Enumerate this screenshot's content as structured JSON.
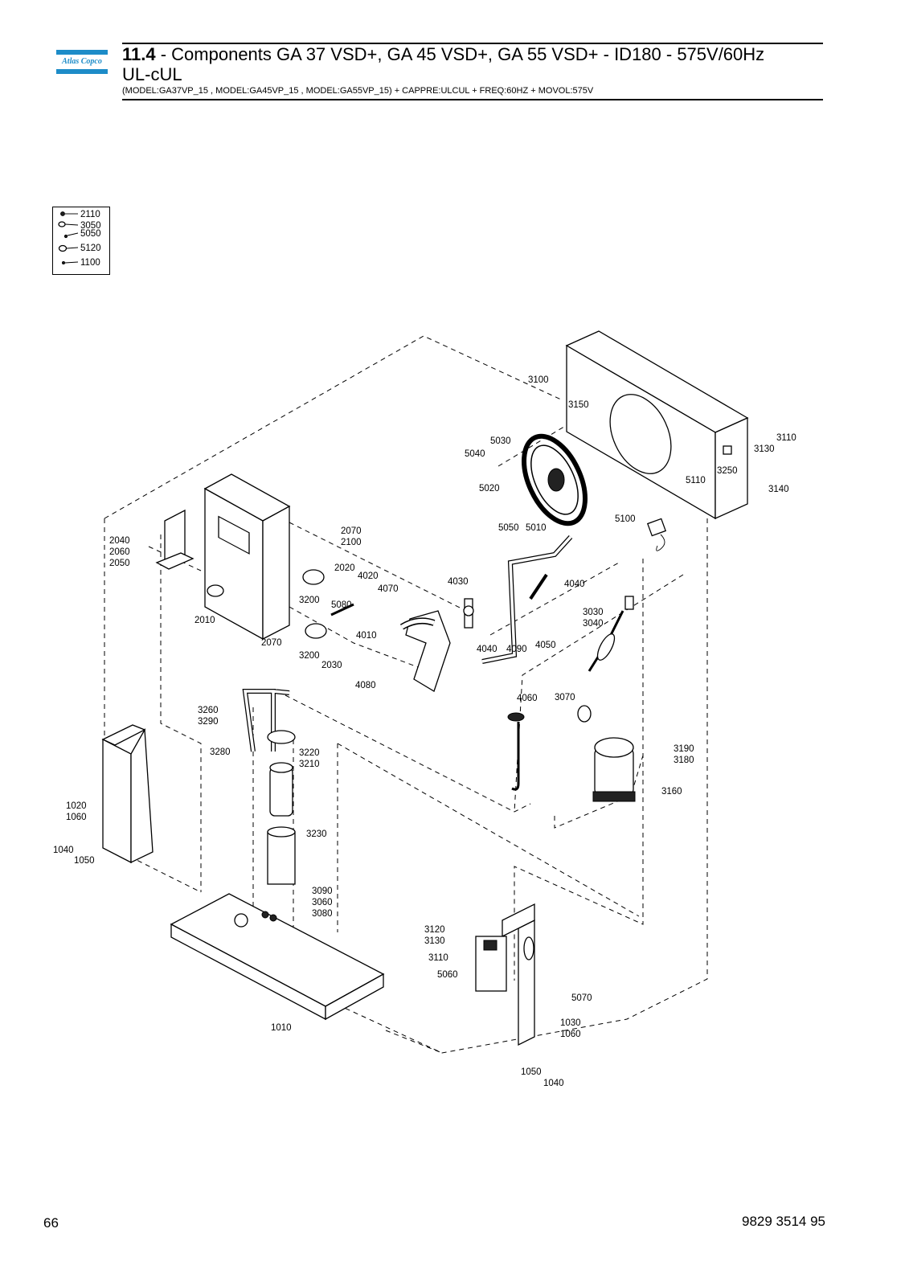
{
  "header": {
    "section_number": "11.4",
    "title_rest": " - Components GA 37 VSD+, GA 45 VSD+, GA 55 VSD+ - ID180 - 575V/60Hz",
    "title_line2": "UL-cUL",
    "subtitle": "(MODEL:GA37VP_15 , MODEL:GA45VP_15 , MODEL:GA55VP_15) + CAPPRE:ULCUL + FREQ:60HZ + MOVOL:575V"
  },
  "logo": {
    "text": "Atlas Copco",
    "color": "#1d8cc8"
  },
  "legend": {
    "items": [
      {
        "icon": "screw-icon",
        "label": "2110"
      },
      {
        "icon": "clamp-icon",
        "label": "3050"
      },
      {
        "icon": "pin-icon",
        "label": "5050"
      },
      {
        "icon": "clamp-icon",
        "label": "5120"
      },
      {
        "icon": "tie-icon",
        "label": "1100"
      }
    ]
  },
  "callouts": [
    "3100",
    "3150",
    "3110",
    "3130",
    "3250",
    "3140",
    "5110",
    "5030",
    "5040",
    "5020",
    "5050",
    "5010",
    "5100",
    "2070",
    "2100",
    "2040",
    "2060",
    "2050",
    "2020",
    "4020",
    "4070",
    "3200",
    "5080",
    "2010",
    "4030",
    "4040",
    "3030",
    "3040",
    "4010",
    "2070",
    "3200",
    "2030",
    "4080",
    "4040",
    "4090",
    "4050",
    "4060",
    "3070",
    "3260",
    "3290",
    "3280",
    "3220",
    "3210",
    "3190",
    "3180",
    "3160",
    "1020",
    "1060",
    "1040",
    "1050",
    "3230",
    "3090",
    "3060",
    "3080",
    "3120",
    "3130",
    "3110",
    "5060",
    "5070",
    "1030",
    "1060",
    "1050",
    "1040",
    "1010"
  ],
  "footer": {
    "page_number": "66",
    "document_number": "9829 3514 95"
  }
}
